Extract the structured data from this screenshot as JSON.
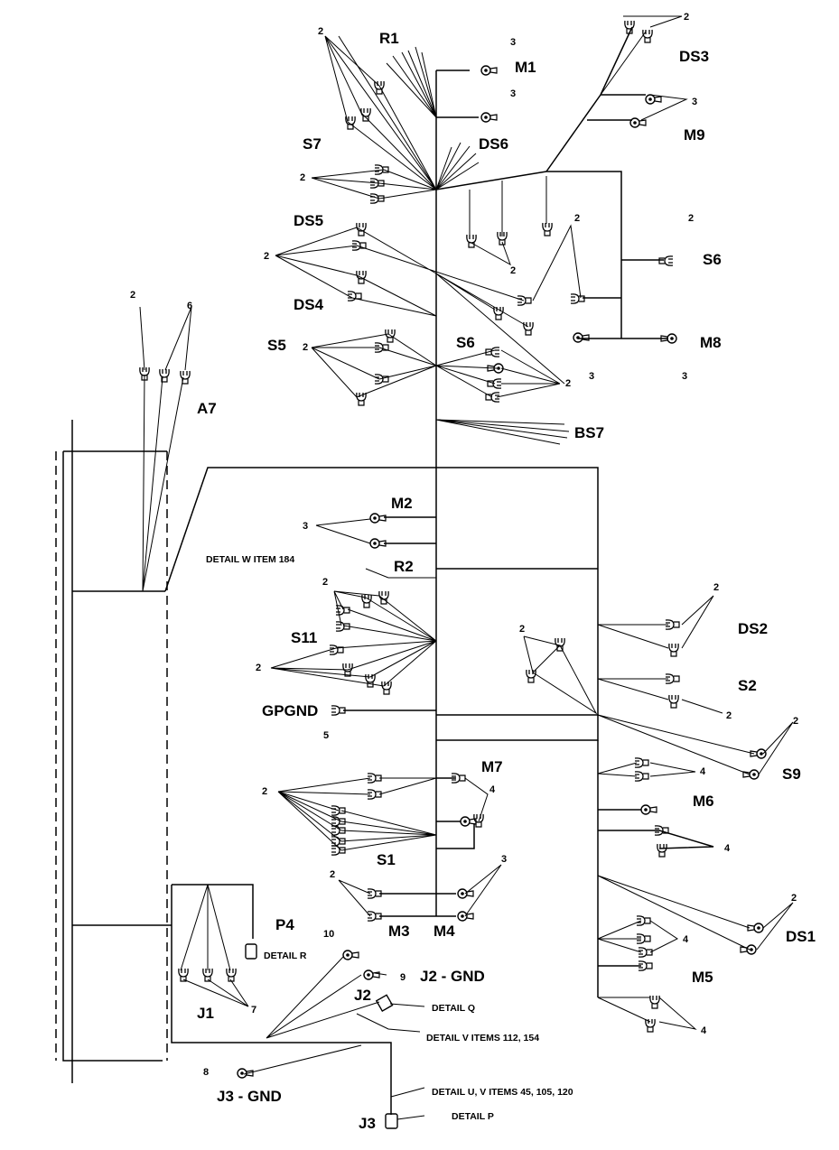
{
  "diagram": {
    "labels": {
      "R1": "R1",
      "M1": "M1",
      "DS3": "DS3",
      "M9": "M9",
      "S7": "S7",
      "DS6": "DS6",
      "DS5": "DS5",
      "DS4": "DS4",
      "S6_top": "S6",
      "S6_mid": "S6",
      "S5": "S5",
      "M8": "M8",
      "A7": "A7",
      "BS7": "BS7",
      "M2": "M2",
      "R2": "R2",
      "S11": "S11",
      "GPGND": "GPGND",
      "DS2": "DS2",
      "S2": "S2",
      "S9": "S9",
      "M7": "M7",
      "M6": "M6",
      "S1": "S1",
      "M3": "M3",
      "M4": "M4",
      "P4": "P4",
      "DS1": "DS1",
      "M5": "M5",
      "J2_GND": "J2 - GND",
      "J2": "J2",
      "J1": "J1",
      "J3_GND": "J3 - GND",
      "J3": "J3"
    },
    "details": {
      "detail_w": "DETAIL W ITEM 184",
      "detail_r": "DETAIL R",
      "detail_q": "DETAIL Q",
      "detail_v": "DETAIL V ITEMS 112, 154",
      "detail_u": "DETAIL U, V ITEMS 45, 105, 120",
      "detail_p": "DETAIL P"
    },
    "callouts": {
      "n2": "2",
      "n3": "3",
      "n4": "4",
      "n5": "5",
      "n6": "6",
      "n7": "7",
      "n8": "8",
      "n9": "9",
      "n10": "10"
    }
  }
}
